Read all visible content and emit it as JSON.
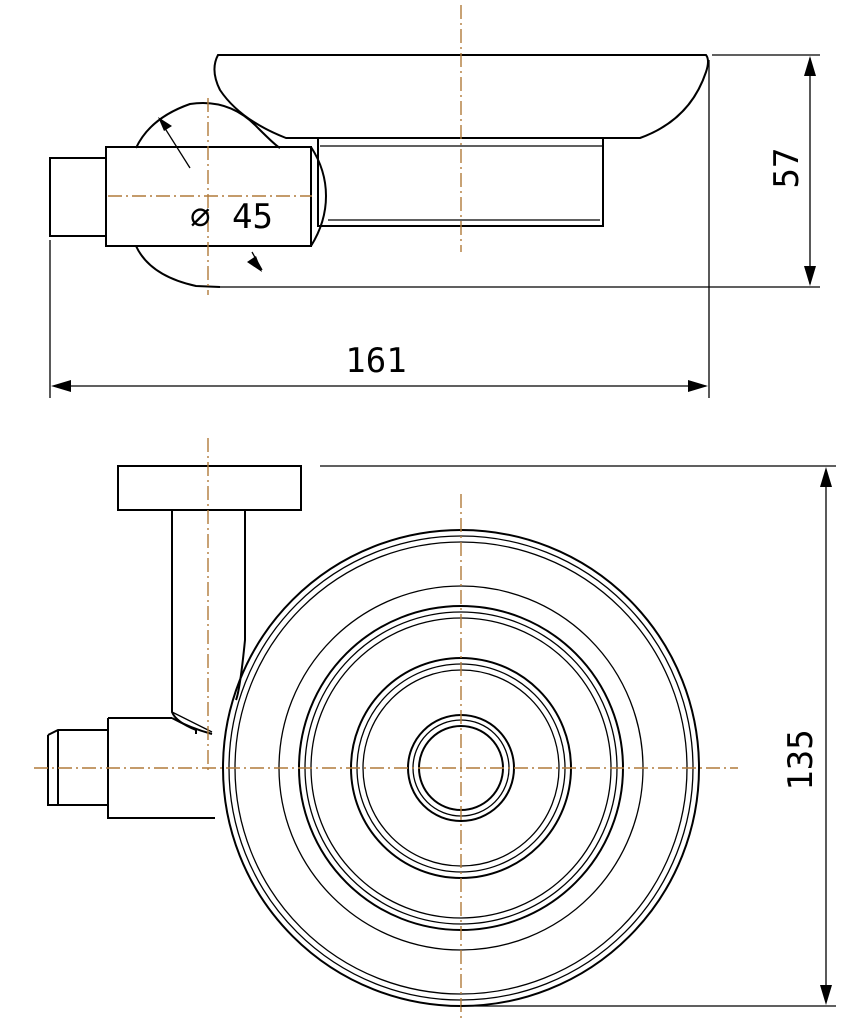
{
  "dimensions": {
    "diameter_symbol": "∅",
    "diameter": "45",
    "overall_length": "161",
    "height": "57",
    "width": "135"
  },
  "colors": {
    "lines": "#000000",
    "centerlines": "#b07a3a",
    "background": "#ffffff"
  },
  "views": [
    "side-view",
    "top-view"
  ]
}
